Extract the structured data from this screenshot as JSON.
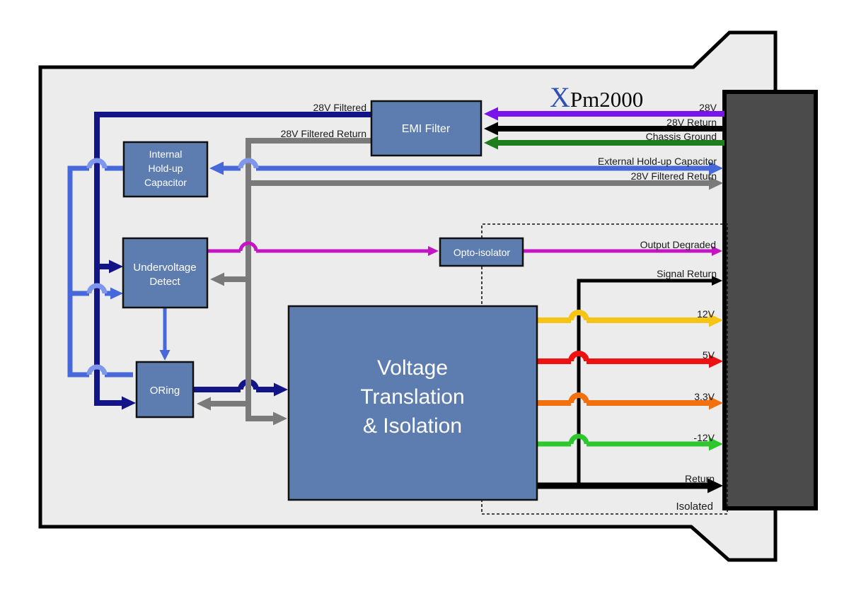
{
  "logo": {
    "x": "X",
    "rest": "Pm2000"
  },
  "colors": {
    "navy": "#141489",
    "royal": "#4768da",
    "hop_blue": "#7e97ea",
    "gray": "#7a7a7a",
    "purple": "#7a12ec",
    "dark_green": "#1e7e1e",
    "magenta": "#c415c4",
    "yellow": "#f5c414",
    "red": "#ee1111",
    "orange": "#f2700e",
    "bright_green": "#2ec72e",
    "block_fill": "#5d7db0",
    "enclosure_fill": "#ececec",
    "connector_fill": "#4b4b4b",
    "logo_blue": "#2d50b4"
  },
  "blocks": {
    "emi_filter": {
      "label": "EMI Filter"
    },
    "internal_holdup": {
      "lines": [
        "Internal",
        "Hold-up",
        "Capacitor"
      ]
    },
    "undervoltage": {
      "lines": [
        "Undervoltage",
        "Detect"
      ]
    },
    "oring": {
      "label": "ORing"
    },
    "vti": {
      "lines": [
        "Voltage",
        "Translation",
        "& Isolation"
      ]
    },
    "opto": {
      "label": "Opto-isolator"
    }
  },
  "wire_labels": {
    "filtered": "28V Filtered",
    "filtered_return_left": "28V Filtered Return",
    "v28": "28V",
    "v28_return": "28V Return",
    "chassis": "Chassis Ground",
    "ext_cap": "External Hold-up Capacitor",
    "filtered_return_right": "28V Filtered Return",
    "degraded": "Output Degraded",
    "sig_return": "Signal Return",
    "v12": "12V",
    "v5": "5V",
    "v3_3": "3.3V",
    "vm12": "-12V",
    "ret": "Return",
    "isolated": "Isolated"
  }
}
